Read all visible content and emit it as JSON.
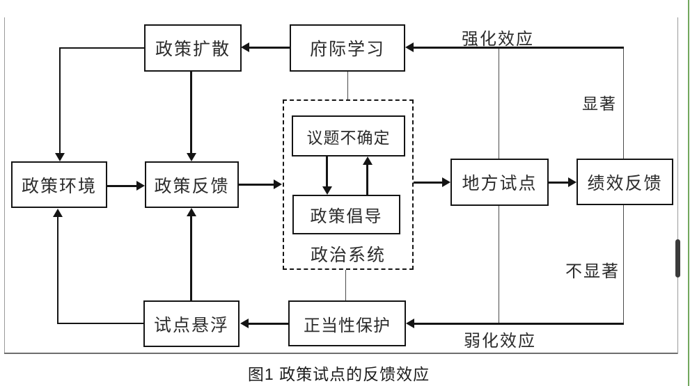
{
  "figure": {
    "caption": "图1 政策试点的反馈效应",
    "nodes": {
      "policy_diffusion": "政策扩散",
      "intergov_learning": "府际学习",
      "policy_environment": "政策环境",
      "policy_feedback": "政策反馈",
      "issue_uncertainty": "议题不确定",
      "policy_advocacy": "政策倡导",
      "political_system": "政治系统",
      "local_pilot": "地方试点",
      "performance_feedback": "绩效反馈",
      "pilot_suspension": "试点悬浮",
      "legitimacy_protection": "正当性保护"
    },
    "edge_labels": {
      "reinforce_effect": "强化效应",
      "significant": "显著",
      "not_significant": "不显著",
      "weaken_effect": "弱化效应"
    },
    "colors": {
      "line": "#141414",
      "frame_gray": "#9a9a9a",
      "bottom_rule": "#6e6e6e",
      "window_green": "#71a75c",
      "scroll_thumb": "#3b3b3b"
    }
  }
}
